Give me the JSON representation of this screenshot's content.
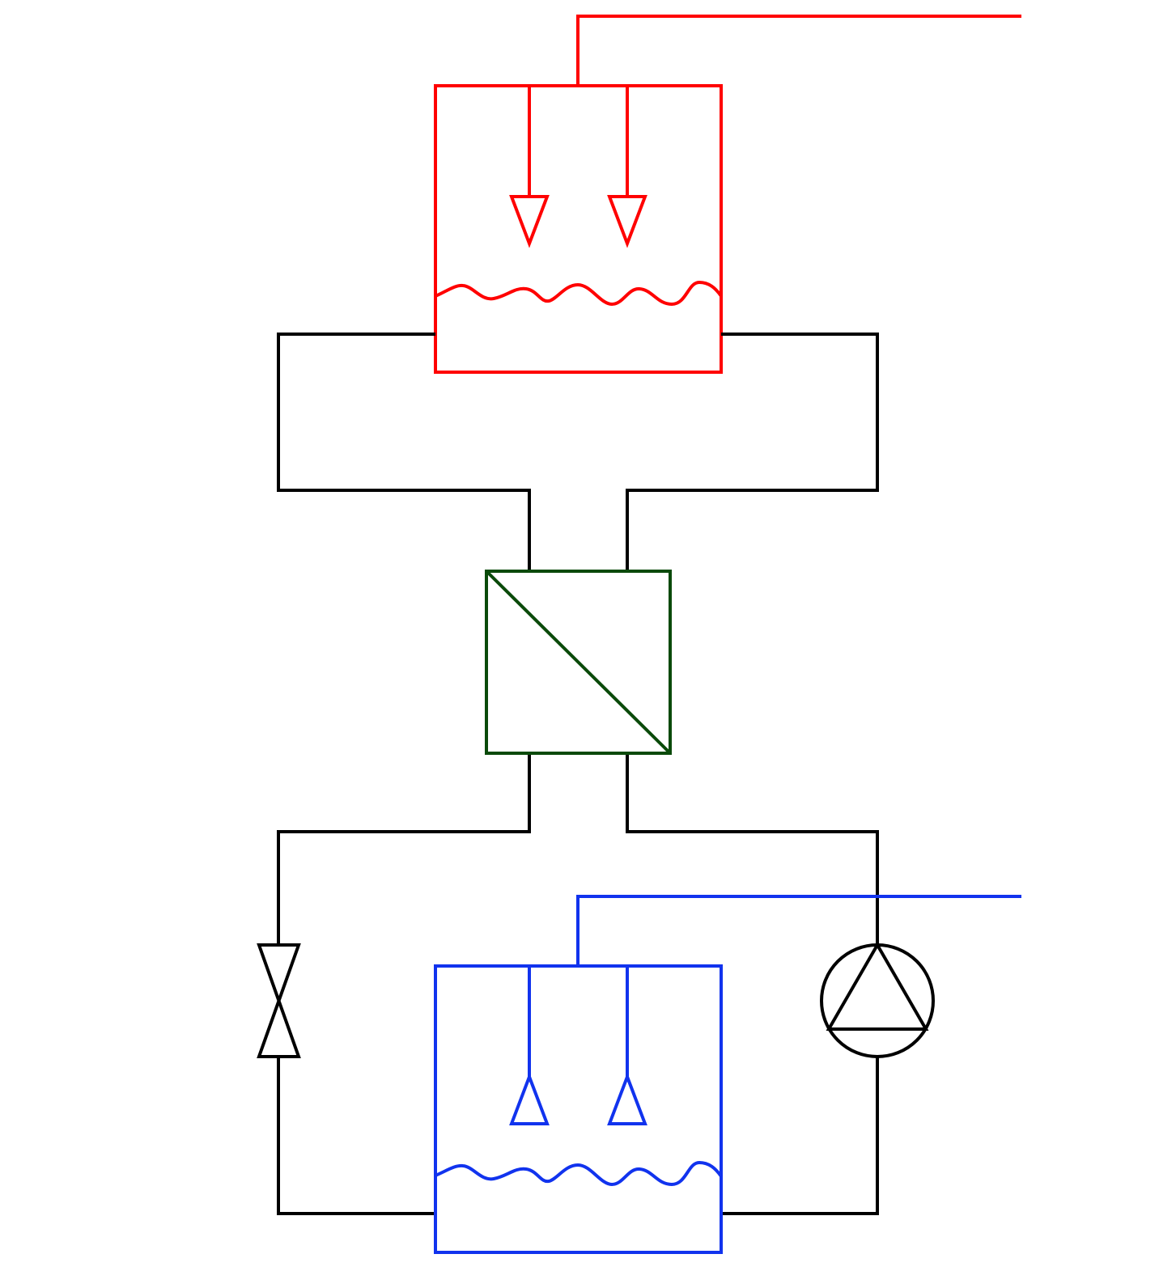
{
  "diagram": {
    "colors": {
      "hot": "#ff0000",
      "cold": "#1133ee",
      "piping": "#000000",
      "exchanger": "#0a4a0a",
      "background": "#ffffff"
    },
    "components": [
      {
        "id": "hot-tank",
        "label": "",
        "icon": "tank-with-spray-nozzles"
      },
      {
        "id": "heat-exchanger",
        "label": "",
        "icon": "heat-exchanger-square-diagonal"
      },
      {
        "id": "cold-tank",
        "label": "",
        "icon": "tank-with-spray-nozzles"
      },
      {
        "id": "valve",
        "label": "",
        "icon": "valve-bowtie"
      },
      {
        "id": "pump",
        "label": "",
        "icon": "pump-circle-triangle"
      }
    ]
  }
}
